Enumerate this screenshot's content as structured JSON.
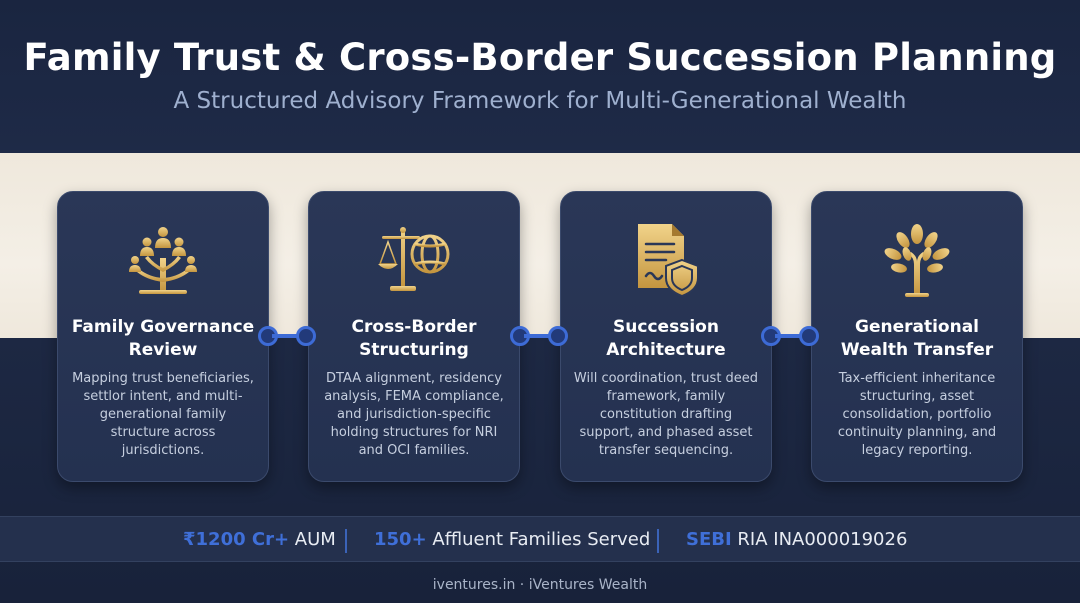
{
  "header": {
    "title": "Family Trust & Cross-Border Succession Planning",
    "subtitle": "A Structured Advisory Framework for Multi-Generational Wealth"
  },
  "cards": [
    {
      "icon": "family-tree-icon",
      "title_line1": "Family Governance",
      "title_line2": "Review",
      "description": "Mapping trust beneficiaries, settlor intent, and multi-generational family structure across jurisdictions."
    },
    {
      "icon": "scales-globe-icon",
      "title_line1": "Cross-Border",
      "title_line2": "Structuring",
      "description": "DTAA alignment, residency analysis, FEMA compliance, and jurisdiction-specific holding structures for NRI and OCI families."
    },
    {
      "icon": "document-shield-icon",
      "title_line1": "Succession",
      "title_line2": "Architecture",
      "description": "Will coordination, trust deed framework, family constitution drafting support, and phased asset transfer sequencing."
    },
    {
      "icon": "tree-icon",
      "title_line1": "Generational",
      "title_line2": "Wealth Transfer",
      "description": "Tax-efficient inheritance structuring, asset consolidation, portfolio continuity planning, and legacy reporting."
    }
  ],
  "stats": [
    {
      "highlight": "₹1200 Cr+",
      "label": " AUM"
    },
    {
      "highlight": "150+",
      "label": " Affluent Families Served"
    },
    {
      "highlight": "SEBI",
      "label": " RIA INA000019026"
    }
  ],
  "footer": {
    "text": "iventures.in  ·  iVentures Wealth"
  },
  "colors": {
    "navy": "#1b2640",
    "card": "#2a3757",
    "gold": "#d9b25a",
    "accent_blue": "#3d6bd6",
    "cream": "#f2ece2"
  }
}
